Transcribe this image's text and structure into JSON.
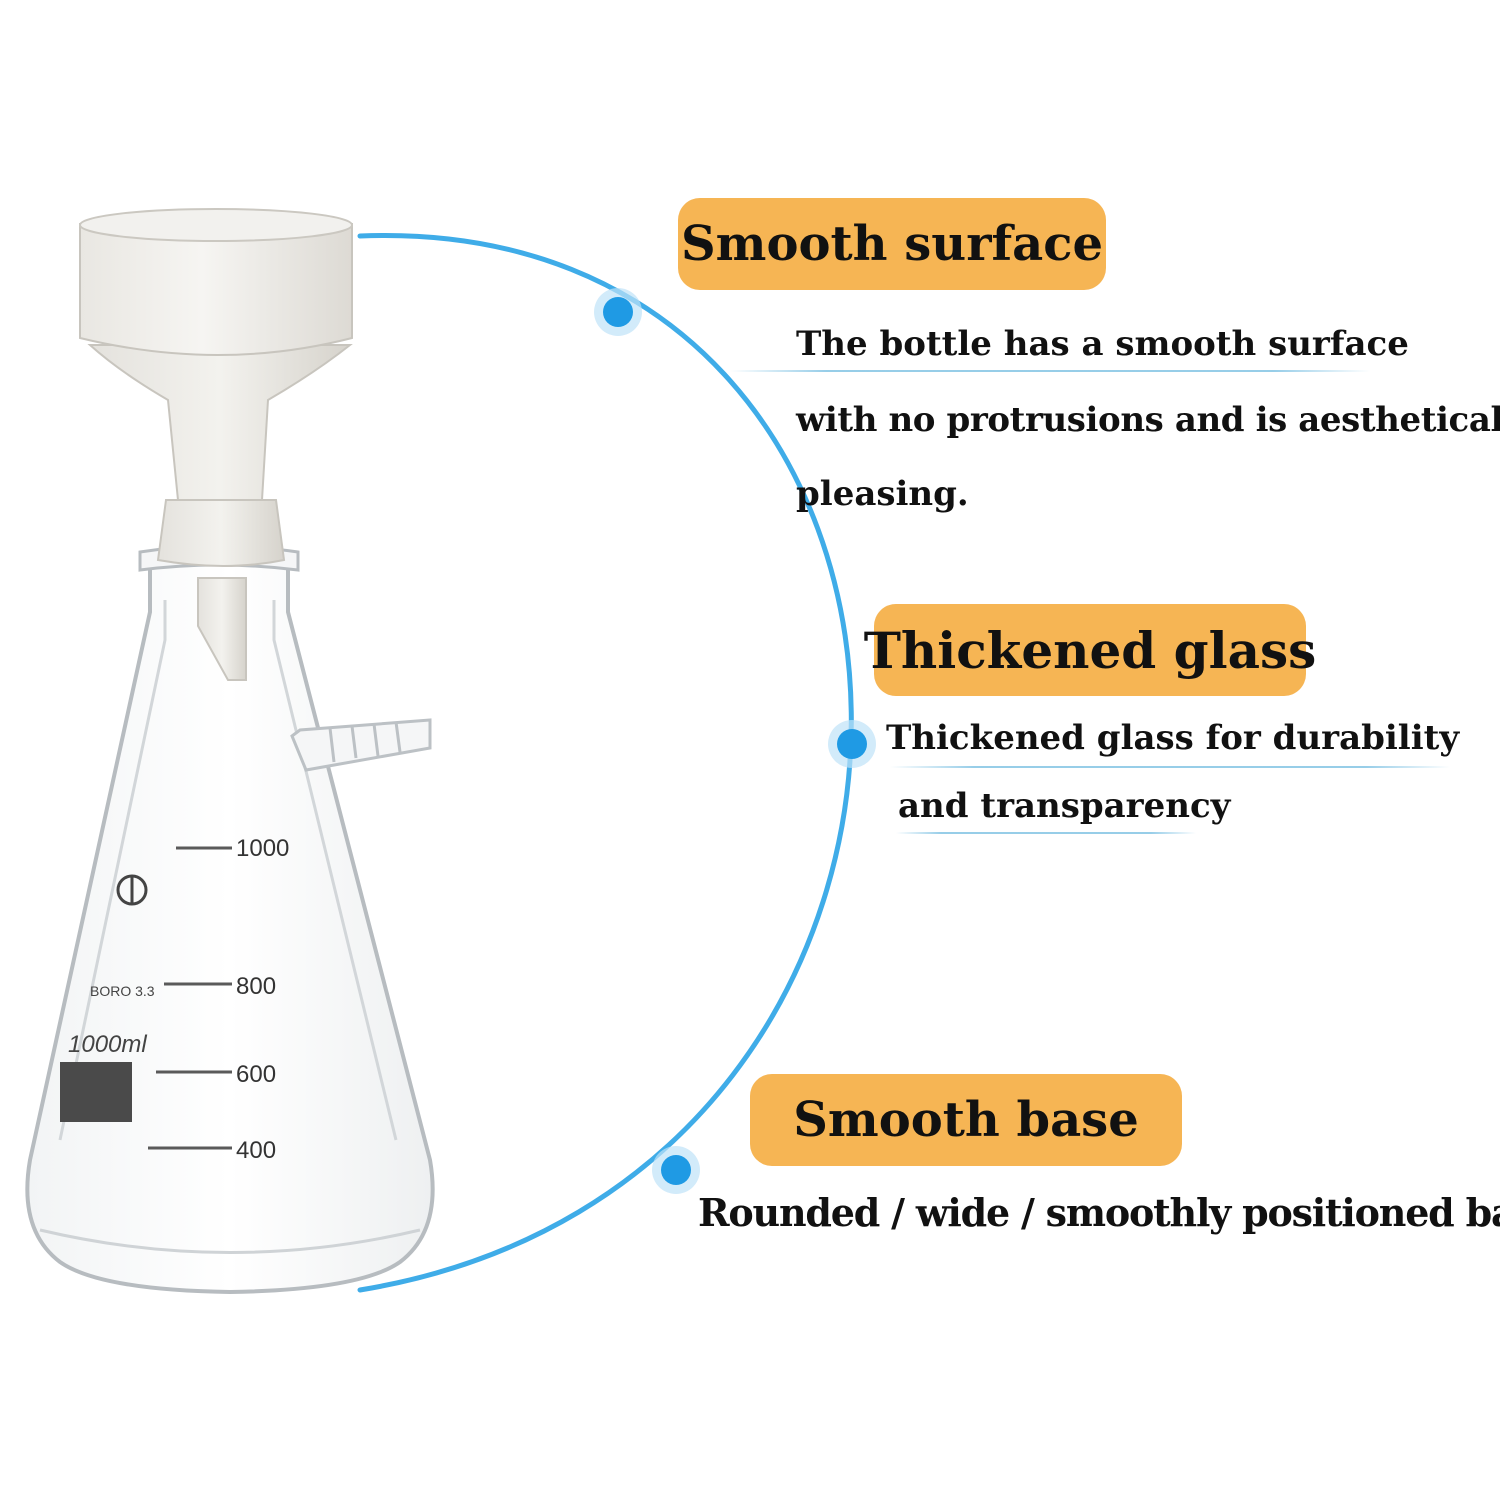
{
  "features": [
    {
      "title": "Smooth surface",
      "lines": [
        "The bottle has a smooth surface",
        "with no protrusions and is aesthetically",
        "pleasing."
      ]
    },
    {
      "title": "Thickened glass",
      "lines": [
        "Thickened glass for durability",
        "and transparency"
      ]
    },
    {
      "title": "Smooth base",
      "lines": [
        "Rounded / wide / smoothly positioned base"
      ]
    }
  ],
  "flask": {
    "graduations": [
      "1000",
      "800",
      "600",
      "400"
    ],
    "volume_mark": "1000ml",
    "glass_mark": "BORO 3.3"
  },
  "colors": {
    "pill": "#f6b554",
    "arc": "#2aa3e6",
    "dot": "#1f9ae4",
    "text": "#111111"
  }
}
